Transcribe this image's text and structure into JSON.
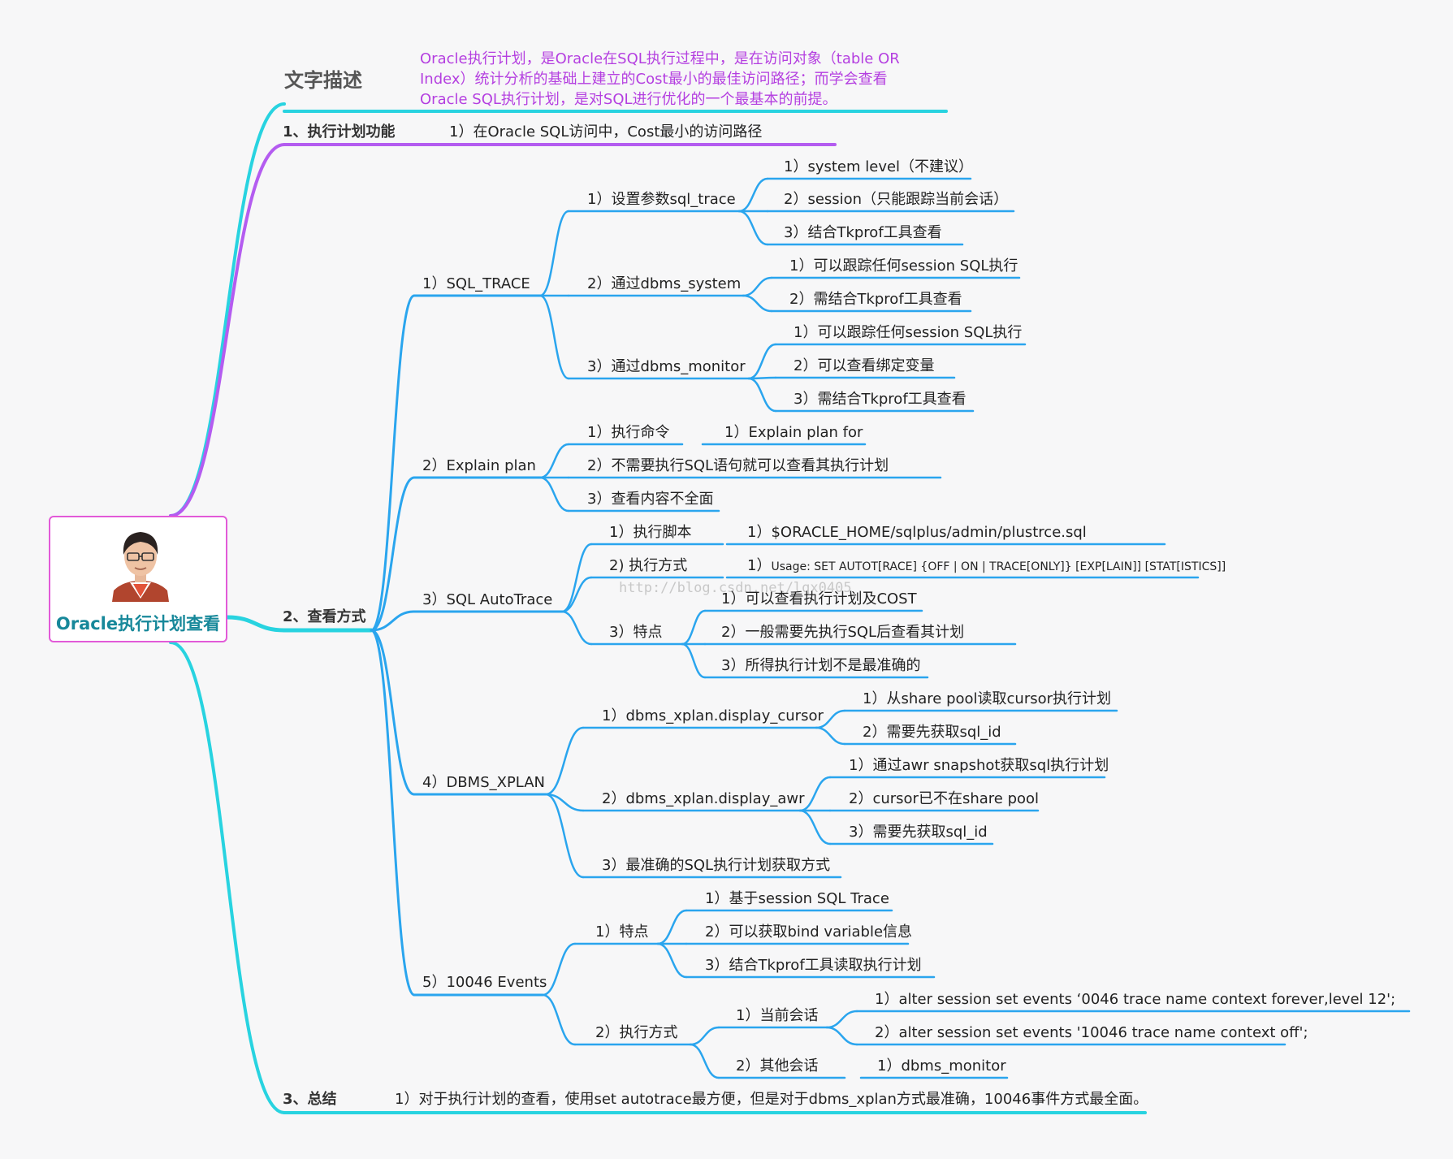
{
  "root": {
    "title": "Oracle执行计划查看"
  },
  "watermark": "http://blog.csdn.net/lqx0405",
  "desc": {
    "title": "文字描述",
    "text": "Oracle执行计划，是Oracle在SQL执行过程中，是在访问对象（table OR Index）统计分析的基础上建立的Cost最小的最佳访问路径；而学会查看Oracle SQL执行计划，是对SQL进行优化的一个最基本的前提。"
  },
  "b1": {
    "label": "1、执行计划功能",
    "c1": "1）在Oracle SQL访问中，Cost最小的访问路径"
  },
  "b2": {
    "label": "2、查看方式",
    "sqltrace": {
      "label": "1）SQL_TRACE",
      "a": {
        "label": "1）设置参数sql_trace",
        "c1": "1）system level（不建议）",
        "c2": "2）session（只能跟踪当前会话）",
        "c3": "3）结合Tkprof工具查看"
      },
      "b": {
        "label": "2）通过dbms_system",
        "c1": "1）可以跟踪任何session SQL执行",
        "c2": "2）需结合Tkprof工具查看"
      },
      "c": {
        "label": "3）通过dbms_monitor",
        "c1": "1）可以跟踪任何session SQL执行",
        "c2": "2）可以查看绑定变量",
        "c3": "3）需结合Tkprof工具查看"
      }
    },
    "explain": {
      "label": "2）Explain plan",
      "a": {
        "label": "1）执行命令",
        "c1": "1）Explain plan for"
      },
      "b": "2）不需要执行SQL语句就可以查看其执行计划",
      "c": "3）查看内容不全面"
    },
    "autotrace": {
      "label": "3）SQL AutoTrace",
      "a": {
        "label": "1）执行脚本",
        "c1": "1）$ORACLE_HOME/sqlplus/admin/plustrce.sql"
      },
      "b": {
        "label": "2) 执行方式",
        "c1_prefix": "1）",
        "c1": "Usage: SET AUTOT[RACE] {OFF | ON | TRACE[ONLY]} [EXP[LAIN]] [STAT[ISTICS]]"
      },
      "c": {
        "label": "3）特点",
        "c1": "1）可以查看执行计划及COST",
        "c2": "2）一般需要先执行SQL后查看其计划",
        "c3": "3）所得执行计划不是最准确的"
      }
    },
    "dbmsxplan": {
      "label": "4）DBMS_XPLAN",
      "a": {
        "label": "1）dbms_xplan.display_cursor",
        "c1": "1）从share pool读取cursor执行计划",
        "c2": "2）需要先获取sql_id"
      },
      "b": {
        "label": "2）dbms_xplan.display_awr",
        "c1": "1）通过awr snapshot获取sql执行计划",
        "c2": "2）cursor已不在share pool",
        "c3": "3）需要先获取sql_id"
      },
      "c": "3）最准确的SQL执行计划获取方式"
    },
    "events": {
      "label": "5）10046 Events",
      "a": {
        "label": "1）特点",
        "c1": "1）基于session SQL Trace",
        "c2": "2）可以获取bind variable信息",
        "c3": "3）结合Tkprof工具读取执行计划"
      },
      "b": {
        "label": "2）执行方式",
        "cur": {
          "label": "1）当前会话",
          "c1": "1）alter session set events ‘0046 trace name context forever,level 12';",
          "c2": "2）alter session set events '10046 trace name context off';"
        },
        "other": {
          "label": "2）其他会话",
          "c1": "1）dbms_monitor"
        }
      }
    }
  },
  "b3": {
    "label": "3、总结",
    "c1": "1）对于执行计划的查看，使用set autotrace最方便，但是对于dbms_xplan方式最准确，10046事件方式最全面。"
  },
  "colors": {
    "cyan": "#28d3e0",
    "purple": "#b45cf0",
    "blue": "#2aa5ee",
    "rootBorder": "#e25ad8",
    "rootText": "#17889a",
    "descText": "#b43fe0"
  }
}
